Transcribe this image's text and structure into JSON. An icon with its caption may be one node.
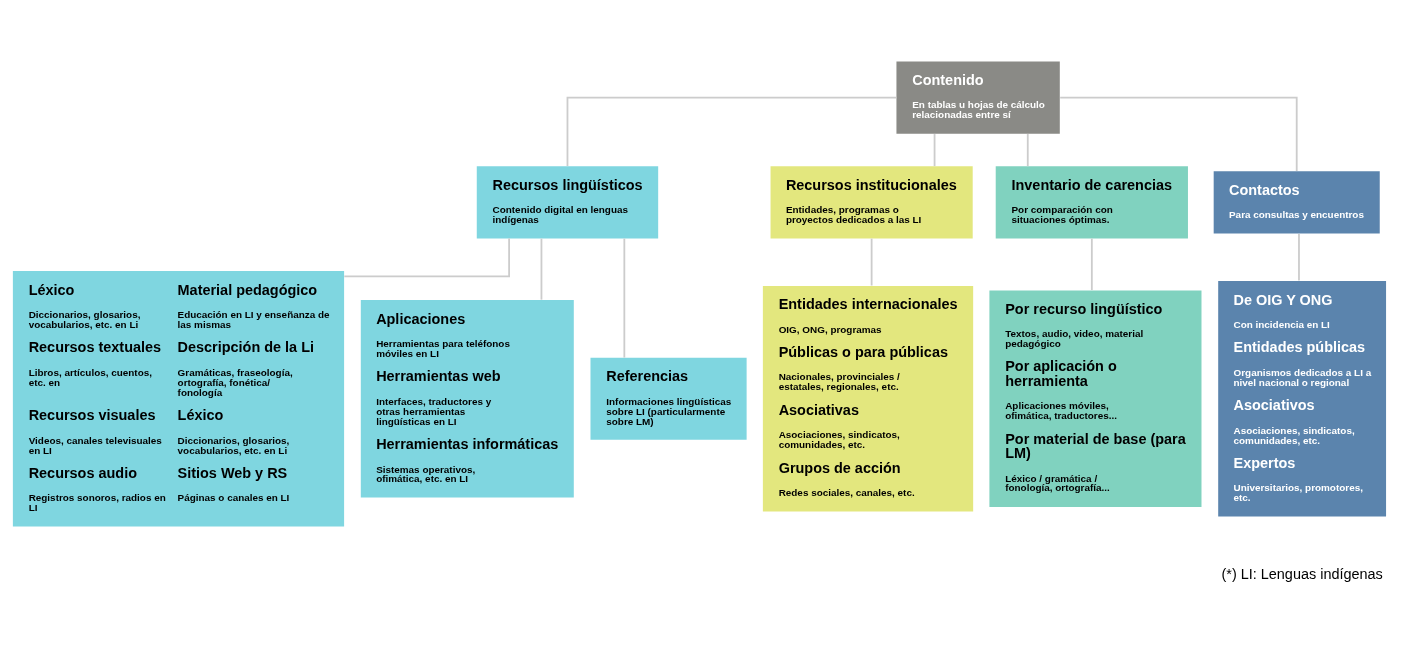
{
  "diagram": {
    "nodes": [
      {
        "text": [
          "Contenido",
          "En tablas u hojas de cálculo relacionadas entre sí"
        ]
      },
      {
        "text": [
          "Recursos lingüísticos",
          "Contenido digital en lenguas indígenas"
        ]
      },
      {
        "text": [
          "Recursos institucionales",
          "Entidades, programas o proyectos dedicados a las LI"
        ]
      },
      {
        "text": [
          "Inventario de carencias",
          "Por comparación con situaciones óptimas."
        ]
      },
      {
        "text": [
          "Contactos",
          "Para consultas y encuentros"
        ]
      },
      {
        "text": [
          "Léxico",
          "Diccionarios, glosarios, vocabularios, etc. en Li",
          "Material pedagógico",
          "Educación en LI y enseñanza de las mismas",
          "Recursos textuales",
          "Libros, artículos, cuentos, etc. en",
          "Descripción de la Li",
          "Gramáticas, fraseología, ortografía, fonética/ fonología",
          "Recursos visuales",
          "Videos, canales televisuales en LI",
          "Léxico",
          "Diccionarios, glosarios, vocabularios, etc. en Li",
          "Recursos audio",
          "Registros sonoros, radios en LI",
          "Sitios Web y RS",
          "Páginas o canales en LI"
        ]
      },
      {
        "text": [
          "Aplicaciones",
          "Herramientas para teléfonos móviles en LI",
          "Herramientas web",
          "Interfaces, traductores y otras herramientas lingüísticas en LI",
          "Herramientas informáticas",
          "Sistemas operativos, ofimática, etc. en LI"
        ]
      },
      {
        "text": [
          "Referencias",
          "Informaciones lingüísticas sobre LI (particularmente sobre LM)"
        ]
      },
      {
        "text": [
          "Entidades internacionales",
          "OIG, ONG, programas",
          "Públicas o para públicas",
          "Nacionales, provinciales / estatales, regionales, etc.",
          "Asociativas",
          "Asociaciones, sindicatos, comunidades, etc.",
          "Grupos de acción",
          "Redes sociales, canales, etc."
        ]
      },
      {
        "text": [
          "Por recurso lingüístico",
          "Textos, audio, video, material pedagógico",
          "Por aplicación o herramienta",
          "Aplicaciones móviles, ofimática, traductores...",
          "Por material de base (para LM)",
          "Léxico / gramática / fonología, ortografía..."
        ]
      },
      {
        "text": [
          "De OIG Y ONG",
          "Con incidencia en LI",
          "Entidades públicas",
          "Organismos dedicados a LI a nivel nacional o regional",
          "Asociativos",
          "Asociaciones, sindicatos, comunidades, etc.",
          "Expertos",
          "Universitarios, promotores, etc."
        ]
      }
    ],
    "edges": [
      {
        "from": 0,
        "to": 1,
        "arrow": "none"
      },
      {
        "from": 0,
        "to": 2,
        "arrow": "none"
      },
      {
        "from": 0,
        "to": 3,
        "arrow": "none"
      },
      {
        "from": 0,
        "to": 4,
        "arrow": "none"
      },
      {
        "from": 1,
        "to": 5,
        "arrow": "none"
      },
      {
        "from": 1,
        "to": 6,
        "arrow": "none"
      },
      {
        "from": 1,
        "to": 7,
        "arrow": "none"
      },
      {
        "from": 2,
        "to": 8,
        "arrow": "none"
      },
      {
        "from": 3,
        "to": 9,
        "arrow": "none"
      },
      {
        "from": 4,
        "to": 10,
        "arrow": "none"
      }
    ],
    "labels": [
      "(*) LI: Lenguas indígenas"
    ]
  }
}
